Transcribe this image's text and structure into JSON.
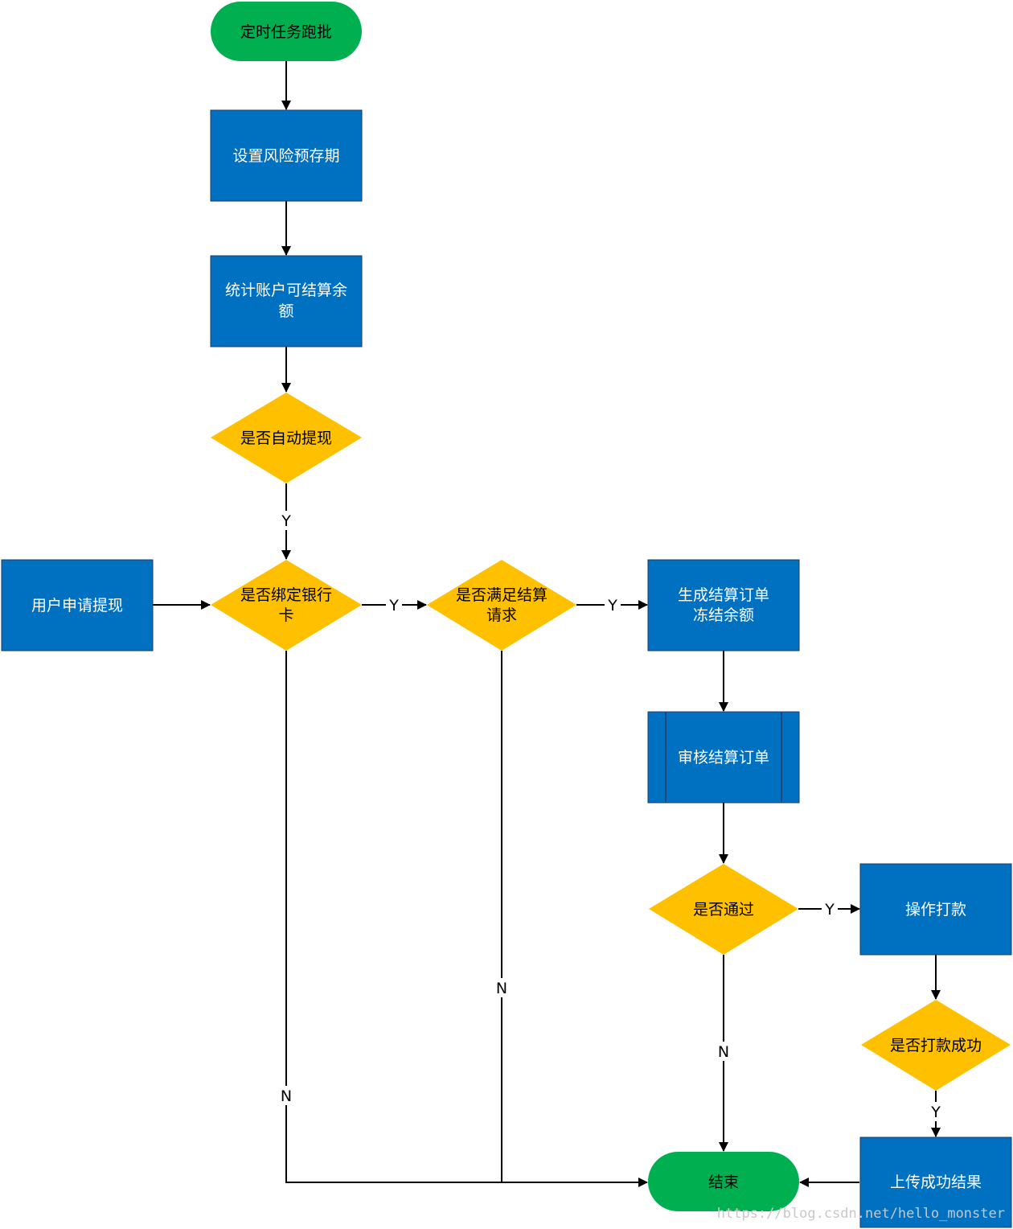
{
  "colors": {
    "terminal": "#00B050",
    "process": "#0070C0",
    "decision": "#FFC000",
    "process_text": "#FFFFFF",
    "terminal_text": "#000000",
    "decision_text": "#000000",
    "line": "#000000"
  },
  "nodes": {
    "start": "定时任务跑批",
    "set_risk_period": "设置风险预存期",
    "calc_balance_l1": "统计账户可结算余",
    "calc_balance_l2": "额",
    "auto_withdraw": "是否自动提现",
    "user_withdraw": "用户申请提现",
    "bind_card_l1": "是否绑定银行",
    "bind_card_l2": "卡",
    "meet_request_l1": "是否满足结算",
    "meet_request_l2": "请求",
    "gen_order_l1": "生成结算订单",
    "gen_order_l2": "冻结余额",
    "review_order": "审核结算订单",
    "passed": "是否通过",
    "do_payment": "操作打款",
    "payment_success": "是否打款成功",
    "upload_result": "上传成功结果",
    "end": "结束"
  },
  "edge_labels": {
    "auto_yes": "Y",
    "bind_yes": "Y",
    "meet_yes": "Y",
    "pass_yes": "Y",
    "pay_yes": "Y",
    "bind_no": "N",
    "meet_no": "N",
    "pass_no": "N"
  },
  "watermark": "https://blog.csdn.net/hello_monster"
}
